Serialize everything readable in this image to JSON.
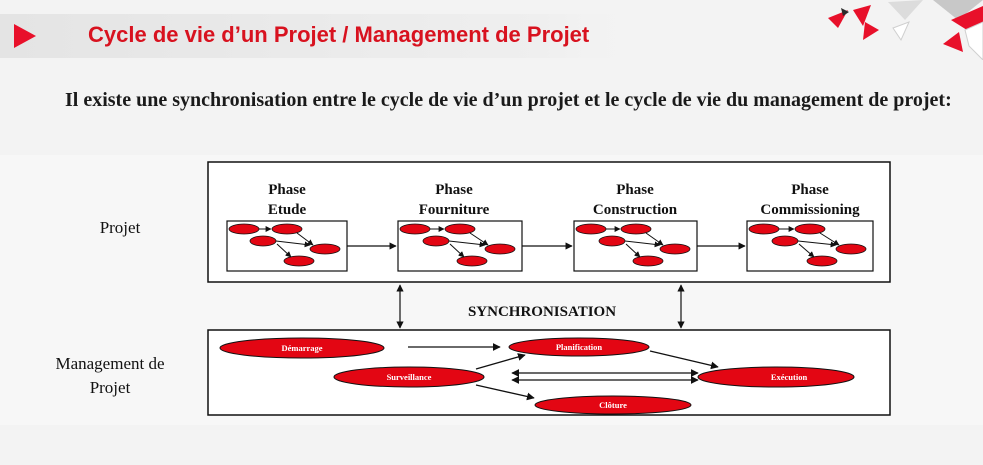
{
  "header": {
    "title": "Cycle de vie d’un Projet / Management de Projet",
    "accent_color": "#e8102a"
  },
  "intro": {
    "text": "Il existe une synchronisation entre le cycle de vie d’un projet et le cycle de vie du management de projet:"
  },
  "diagram": {
    "row_labels": {
      "projet": "Projet",
      "management_line1": "Management de",
      "management_line2": "Projet"
    },
    "phases": [
      {
        "line1": "Phase",
        "line2": "Etude"
      },
      {
        "line1": "Phase",
        "line2": "Fourniture"
      },
      {
        "line1": "Phase",
        "line2": "Construction"
      },
      {
        "line1": "Phase",
        "line2": "Commissioning"
      }
    ],
    "sync_label": "SYNCHRONISATION",
    "processes": {
      "demarrage": "Démarrage",
      "planification": "Planification",
      "surveillance": "Surveillance",
      "execution": "Exécution",
      "cloture": "Clôture"
    },
    "node_color": "#e30613"
  }
}
